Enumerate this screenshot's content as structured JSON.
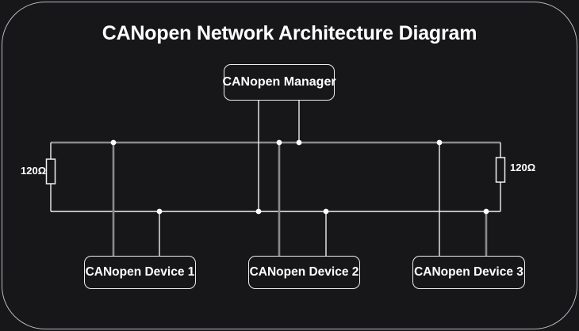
{
  "page": {
    "title": "CANopen Network Architecture Diagram"
  },
  "nodes": {
    "manager": {
      "label": "CANopen Manager"
    },
    "devices": [
      {
        "label": "CANopen Device 1"
      },
      {
        "label": "CANopen Device 2"
      },
      {
        "label": "CANopen Device 3"
      }
    ]
  },
  "terminators": {
    "left_label": "120Ω",
    "right_label": "120Ω"
  },
  "colors": {
    "background": "#17171a",
    "panel_border": "#d6d6dc",
    "can_h_wire": "#8a8a8a",
    "can_l_wire": "#f0f0f0",
    "junction_dot": "#fafafa",
    "node_border": "#ededf0",
    "text": "#ffffff"
  }
}
